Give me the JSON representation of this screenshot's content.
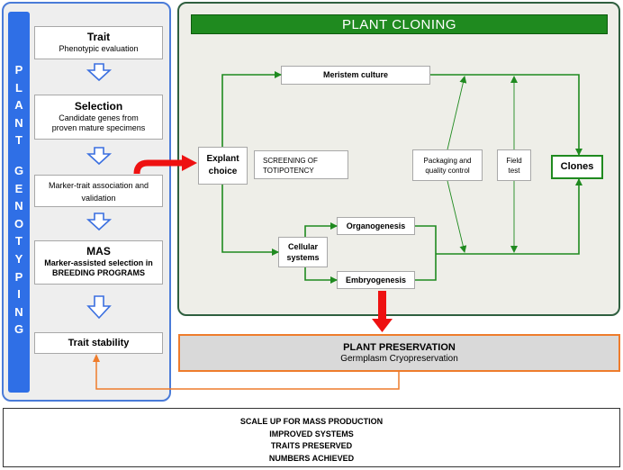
{
  "genotyping": {
    "side_label": "PLANT GENOTYPING",
    "trait": {
      "title": "Trait",
      "subtitle": "Phenotypic evaluation"
    },
    "selection": {
      "title": "Selection",
      "line1": "Candidate genes from",
      "line2": "proven mature specimens"
    },
    "marker": {
      "line1": "Marker-trait association and",
      "line2": "validation"
    },
    "mas": {
      "title": "MAS",
      "line1": "Marker-assisted selection in",
      "line2": "BREEDING PROGRAMS"
    },
    "stability": "Trait stability"
  },
  "cloning": {
    "title": "PLANT CLONING",
    "explant": {
      "line1": "Explant",
      "line2": "choice"
    },
    "screening": {
      "line1": "SCREENING OF",
      "line2": "TOTIPOTENCY"
    },
    "meristem": "Meristem culture",
    "cellular": {
      "line1": "Cellular",
      "line2": "systems"
    },
    "organogenesis": "Organogenesis",
    "embryogenesis": "Embryogenesis",
    "packaging": {
      "line1": "Packaging and",
      "line2": "quality control"
    },
    "field": {
      "line1": "Field",
      "line2": "test"
    },
    "clones": "Clones"
  },
  "preservation": {
    "title": "PLANT PRESERVATION",
    "subtitle": "Germplasm Cryopreservation"
  },
  "bottom": {
    "line1": "SCALE UP FOR MASS PRODUCTION",
    "line2": "IMPROVED SYSTEMS",
    "line3": "TRAITS PRESERVED",
    "line4": "NUMBERS ACHIEVED"
  },
  "colors": {
    "genotyping_blue": "#2f6fe6",
    "cloning_green": "#1f8a1f",
    "arrow_red": "#ee1111",
    "preservation_orange": "#ee7c2c"
  }
}
